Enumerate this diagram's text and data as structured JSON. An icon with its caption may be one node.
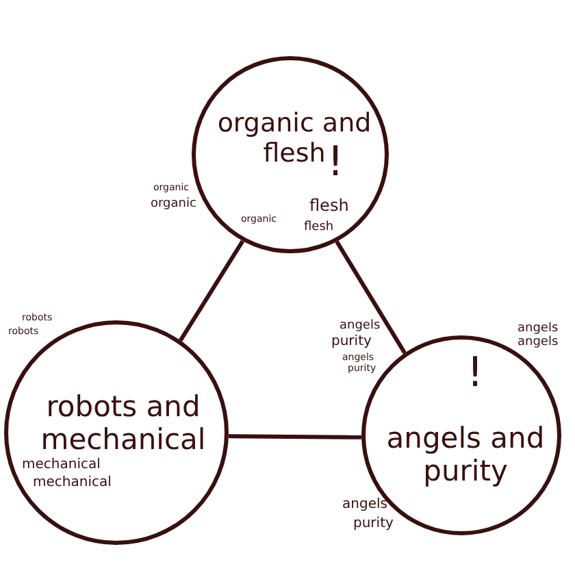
{
  "diagram": {
    "nodes": [
      {
        "text": [
          "organic and flesh",
          "!"
        ]
      },
      {
        "text": [
          "robots and mechanical"
        ]
      },
      {
        "text": [
          "!",
          "angels and purity"
        ]
      }
    ],
    "edges": [
      {
        "from": 0,
        "to": 1,
        "arrow": "none"
      },
      {
        "from": 0,
        "to": 2,
        "arrow": "none"
      },
      {
        "from": 1,
        "to": 2,
        "arrow": "none"
      }
    ],
    "labels": [
      "organic",
      "organic",
      "organic",
      "flesh",
      "flesh",
      "robots",
      "robots",
      "angels",
      "purity",
      "angels",
      "purity",
      "angels",
      "angels",
      "mechanical",
      "mechanical",
      "angels",
      "purity"
    ]
  }
}
